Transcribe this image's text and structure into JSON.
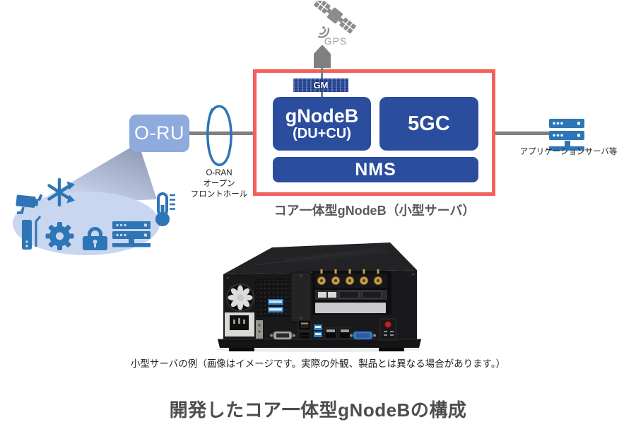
{
  "title": "開発したコア一体型gNodeBの構成",
  "diagram": {
    "gps": {
      "label": "GPS"
    },
    "gm": {
      "label": "GM"
    },
    "gnodeb": {
      "label": "gNodeB",
      "sublabel": "(DU+CU)"
    },
    "core_5gc": {
      "label": "5GC"
    },
    "nms": {
      "label": "NMS"
    },
    "oru": {
      "label": "O-RU"
    },
    "fronthaul": {
      "lines": [
        "O-RAN",
        "オープン",
        "フロントホール"
      ]
    },
    "app_server": {
      "label": "アプリケーションサーバ等"
    },
    "enclosure_caption": "コア一体型gNodeB（小型サーバ）"
  },
  "photo": {
    "caption": "小型サーバの例（画像はイメージです。実際の外観、製品とは異なる場合があります。）"
  },
  "colors": {
    "box_blue": "#2B4D9E",
    "oru_blue": "#8FAADC",
    "accent_red": "#F4615C",
    "icon_blue": "#2E75B6",
    "blob_blue": "#C9D6EF",
    "connector_gray": "#808080",
    "caption_gray": "#595959"
  },
  "icons": {
    "top": [
      "gps-satellite-icon",
      "gps-antenna-icon"
    ],
    "left_devices": [
      "cctv-camera-icon",
      "asterisk-arrows-icon",
      "router-icon",
      "gear-icon",
      "lock-icon",
      "rack-server-icon",
      "thermometer-icon"
    ],
    "interfaces": [
      "fronthaul-loop-icon",
      "app-server-icon"
    ]
  }
}
